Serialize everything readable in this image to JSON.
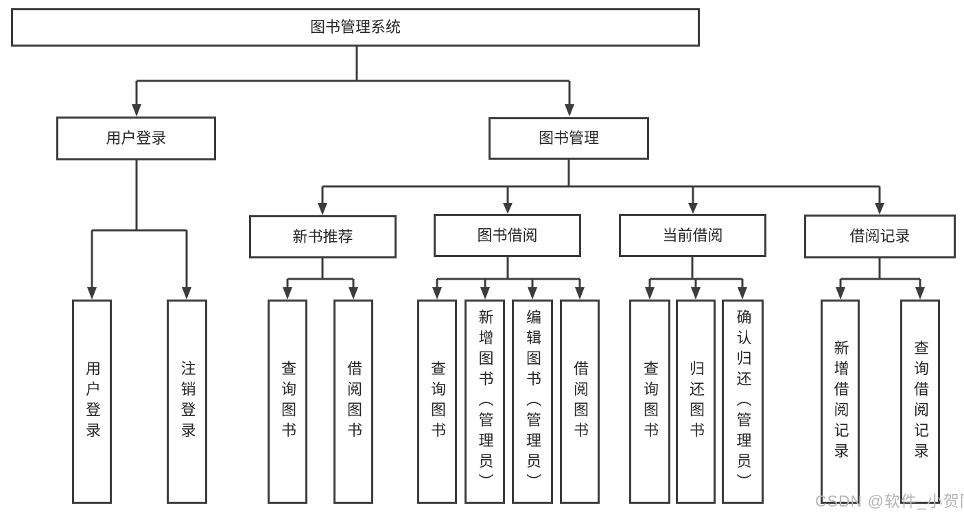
{
  "watermark": {
    "text": "CSDN @软件_小贺同学"
  },
  "colors": {
    "box_border": "#3c3c3c",
    "connector_line": "#3c3c3c",
    "text": "#262626",
    "watermark": "#b6b6b6",
    "background": "#ffffff"
  },
  "tree": {
    "root": {
      "label": "图书管理系统"
    },
    "branches": [
      {
        "label": "用户登录",
        "children": [
          {
            "label": "用户登录"
          },
          {
            "label": "注销登录"
          }
        ]
      },
      {
        "label": "图书管理",
        "children": [
          {
            "label": "新书推荐",
            "children": [
              {
                "label": "查询图书"
              },
              {
                "label": "借阅图书"
              }
            ]
          },
          {
            "label": "图书借阅",
            "children": [
              {
                "label": "查询图书"
              },
              {
                "label": "新增图书（管理员）"
              },
              {
                "label": "编辑图书（管理员）"
              },
              {
                "label": "借阅图书"
              }
            ]
          },
          {
            "label": "当前借阅",
            "children": [
              {
                "label": "查询图书"
              },
              {
                "label": "归还图书"
              },
              {
                "label": "确认归还（管理员）"
              }
            ]
          },
          {
            "label": "借阅记录",
            "children": [
              {
                "label": "新增借阅记录"
              },
              {
                "label": "查询借阅记录"
              }
            ]
          }
        ]
      }
    ]
  }
}
